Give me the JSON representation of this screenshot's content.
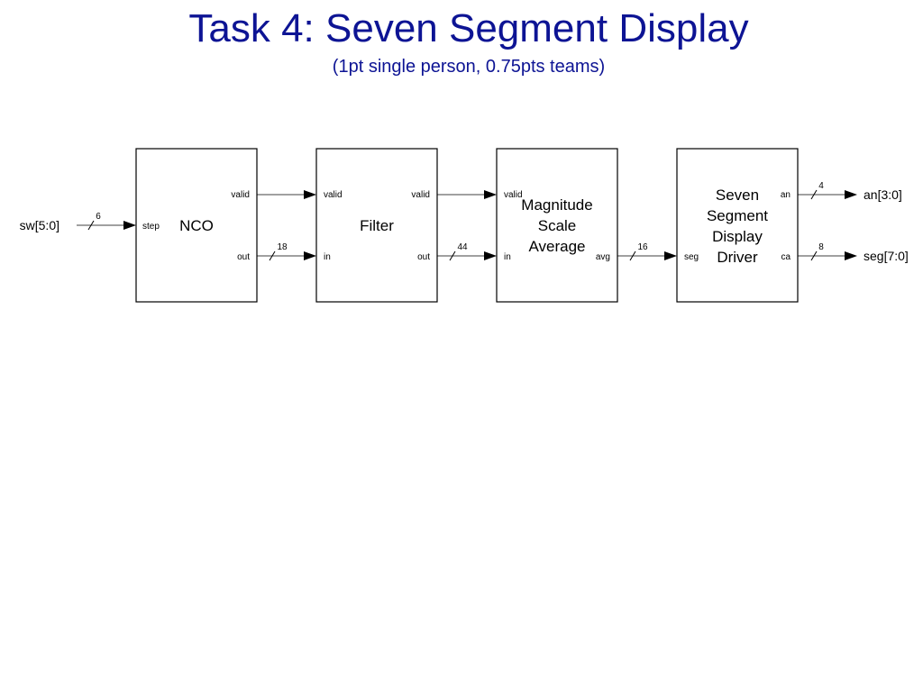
{
  "slide": {
    "title": "Task 4: Seven Segment Display",
    "subtitle": "(1pt single person, 0.75pts teams)"
  },
  "diagram": {
    "blocks": {
      "nco": {
        "name_lines": [
          "NCO"
        ],
        "ports": {
          "valid": "valid",
          "step": "step",
          "out": "out"
        }
      },
      "filter": {
        "name_lines": [
          "Filter"
        ],
        "ports": {
          "valid_in": "valid",
          "valid_out": "valid",
          "in": "in",
          "out": "out"
        }
      },
      "magnitude": {
        "name_lines": [
          "Magnitude",
          "Scale",
          "Average"
        ],
        "ports": {
          "valid": "valid",
          "in": "in",
          "avg": "avg"
        }
      },
      "driver": {
        "name_lines": [
          "Seven",
          "Segment",
          "Display",
          "Driver"
        ],
        "ports": {
          "seg": "seg",
          "an": "an",
          "ca": "ca"
        }
      }
    },
    "external": {
      "input": "sw[5:0]",
      "output_an": "an[3:0]",
      "output_seg": "seg[7:0]"
    },
    "bus_widths": {
      "sw": "6",
      "nco_out": "18",
      "filter_out": "44",
      "avg": "16",
      "an": "4",
      "ca": "8"
    }
  }
}
